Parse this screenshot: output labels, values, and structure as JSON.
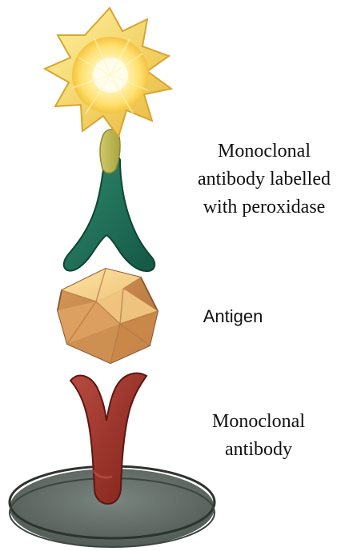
{
  "diagram": {
    "labels": {
      "labelled_antibody": "Monoclonal\nantibody labelled\nwith peroxidase",
      "antigen": "Antigen",
      "capture_antibody": "Monoclonal\nantibody"
    },
    "colors": {
      "peroxidase_core": "#fff8c7",
      "peroxidase_glow": "#ffe06e",
      "peroxidase_spikes": "#f0c84b",
      "stem_yellow": "#c8c55a",
      "labelled_antibody": "#1f6e58",
      "antigen": "#e6b46e",
      "capture_antibody": "#9e3028",
      "base_plate": "#5e6862"
    },
    "icons": {
      "peroxidase": "peroxidase-star-icon",
      "labelled_antibody": "y-antibody-icon",
      "antigen": "icosahedron-icon",
      "capture_antibody": "y-antibody-icon",
      "surface": "plate-disc-icon"
    }
  }
}
